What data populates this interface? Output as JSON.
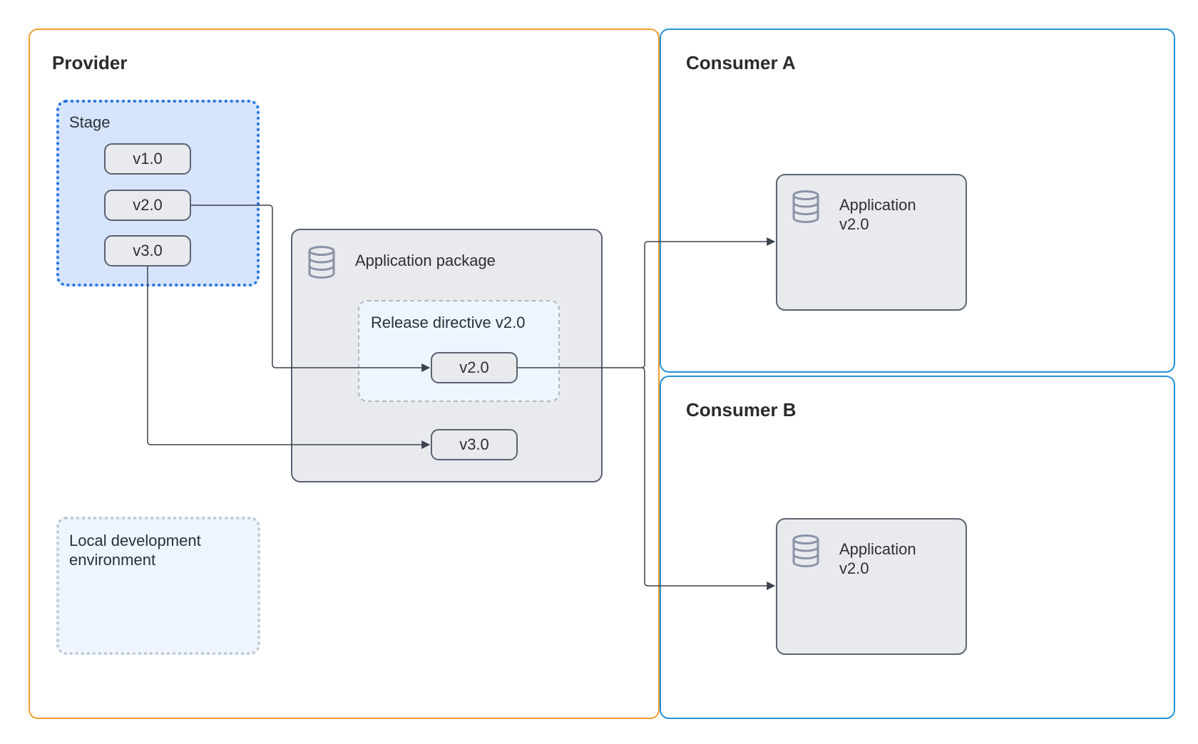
{
  "provider": {
    "title": "Provider",
    "stage": {
      "label": "Stage",
      "versions": [
        "v1.0",
        "v2.0",
        "v3.0"
      ]
    },
    "local_env": {
      "label_line1": "Local development",
      "label_line2": "environment"
    },
    "app_package": {
      "label": "Application package",
      "release_directive": {
        "label": "Release directive v2.0",
        "version": "v2.0"
      },
      "version": "v3.0"
    }
  },
  "consumer_a": {
    "title": "Consumer A",
    "app": {
      "line1": "Application",
      "line2": "v2.0"
    }
  },
  "consumer_b": {
    "title": "Consumer B",
    "app": {
      "line1": "Application",
      "line2": "v2.0"
    }
  },
  "colors": {
    "provider_border": "#f29d30",
    "consumer_border": "#2591d6",
    "stage_fill": "#d6e4fd",
    "stage_border": "#1f6fe0",
    "box_fill": "#e8eaee",
    "box_border": "#5b6371",
    "connector": "#3b424d"
  },
  "icons": {
    "database": "database-icon"
  }
}
